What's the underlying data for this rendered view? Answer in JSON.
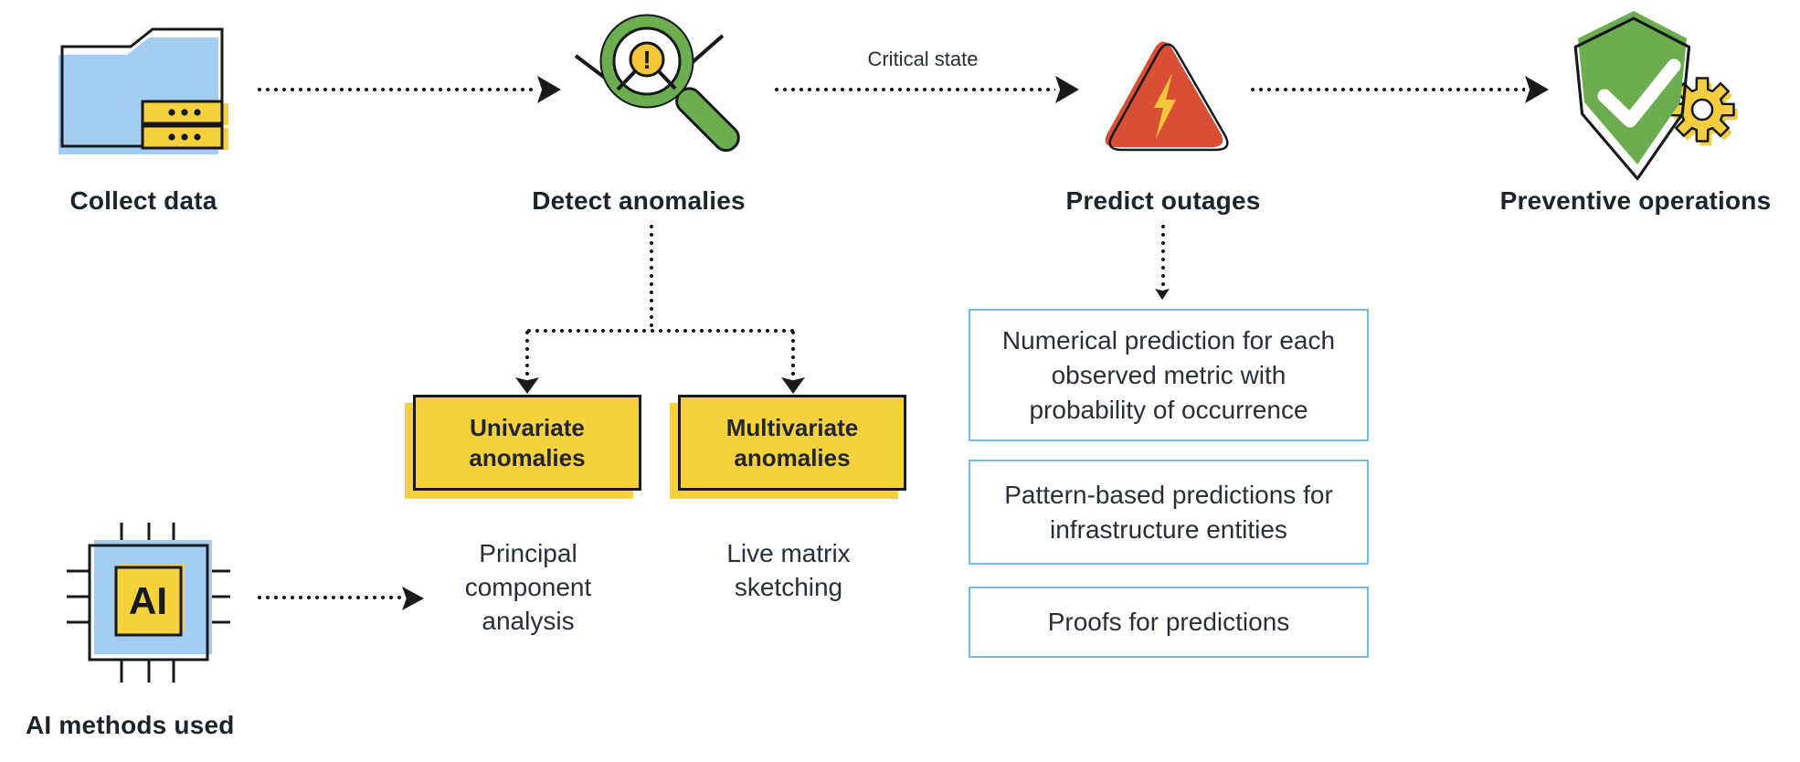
{
  "title": "AIOps anomaly detection and outage prediction flow",
  "palette": {
    "blue_fill": "#A3CEF2",
    "yellow_fill": "#F5D13E",
    "bolt_yellow": "#F6C63A",
    "green_fill": "#6CAD4F",
    "red_fill": "#D94F36",
    "prediction_box_border": "#7AB8DE",
    "ink": "#22252d",
    "line": "#1a1a1a"
  },
  "steps": [
    {
      "label": "Collect data",
      "icon": "folder-database-icon"
    },
    {
      "label": "Detect anomalies",
      "icon": "magnifier-alert-icon"
    },
    {
      "label": "Predict outages",
      "icon": "warning-triangle-icon"
    },
    {
      "label": "Preventive operations",
      "icon": "shield-check-gear-icon"
    }
  ],
  "arrows": {
    "critical_state_label": "Critical state"
  },
  "anomaly_types": [
    {
      "label": "Univariate anomalies",
      "method": "Principal component analysis"
    },
    {
      "label": "Multivariate anomalies",
      "method": "Live matrix sketching"
    }
  ],
  "predictions": [
    "Numerical prediction for each observed metric with probability of occurrence",
    "Pattern-based predictions for infrastructure entities",
    "Proofs for predictions"
  ],
  "ai": {
    "chip_label": "AI",
    "caption": "AI methods used"
  }
}
